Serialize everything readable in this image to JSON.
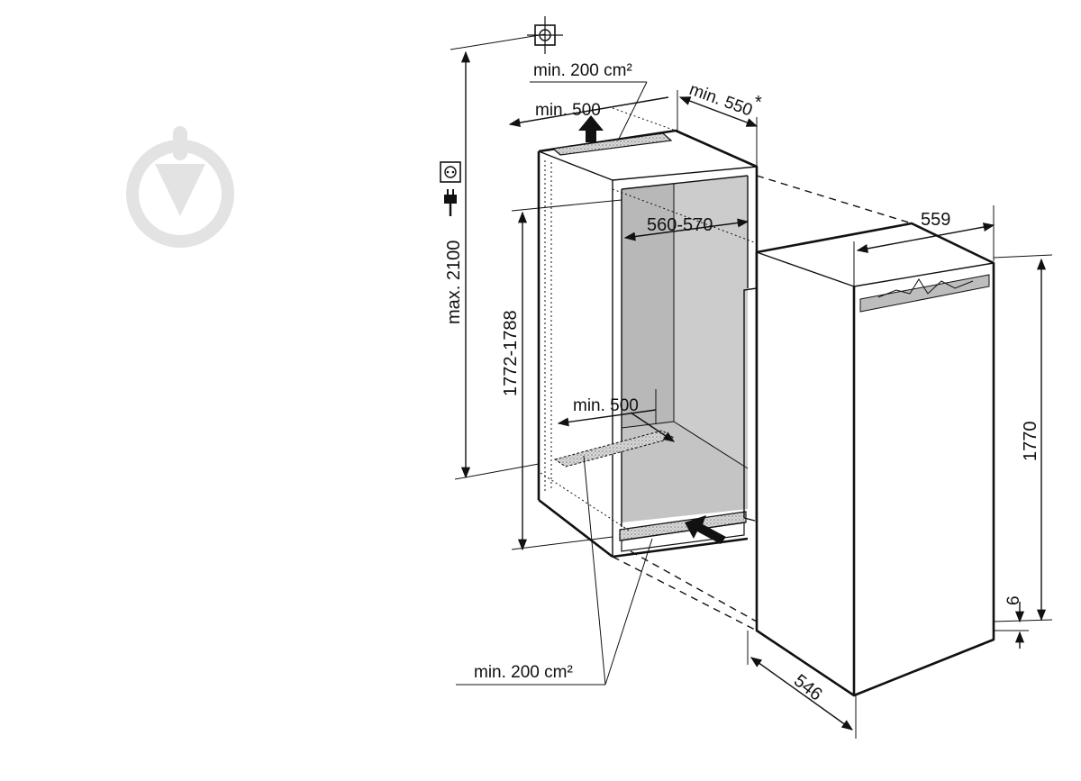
{
  "diagram": {
    "labels": {
      "vent_top_area": "min. 200 cm²",
      "vent_top_depth": "min. 500",
      "cabinet_depth": "min. 550",
      "asterisk": "*",
      "max_height": "max. 2100",
      "niche_width": "560-570",
      "niche_height": "1772-1788",
      "vent_bottom_depth": "min. 500",
      "vent_bottom_area": "min. 200 cm²",
      "appliance_width": "559",
      "appliance_height": "1770",
      "base_gap": "6",
      "appliance_depth": "546"
    },
    "icons": {
      "socket": "power-socket-icon",
      "plug": "power-plug-icon",
      "target": "crosshair-target-icon",
      "watermark": "download-arrow-watermark-icon"
    },
    "colors": {
      "line": "#111111",
      "niche_fill": "#cccccc",
      "niche_shade": "#b3b3b3",
      "watermark": "#e3e3e3",
      "handle": "#bdbdbd"
    }
  }
}
